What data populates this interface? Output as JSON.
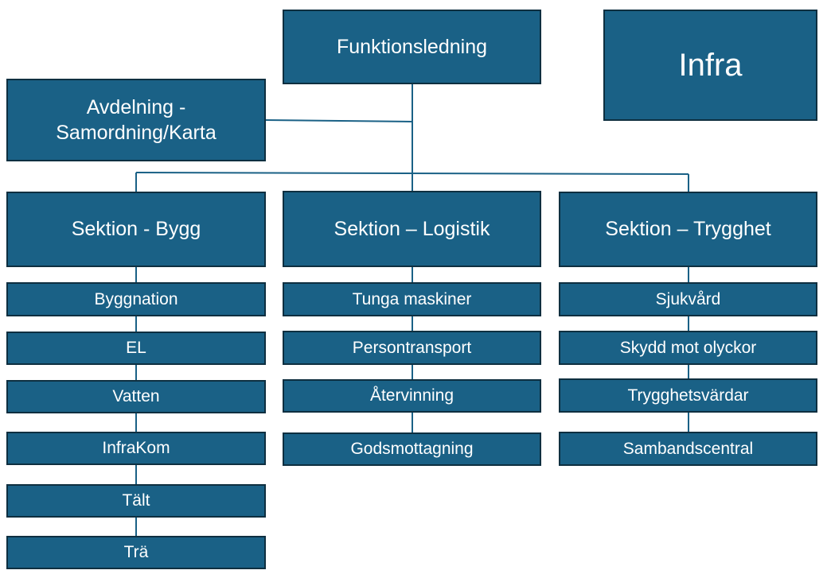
{
  "diagram": {
    "top": "Funktionsledning",
    "infra": "Infra",
    "avdelning": {
      "line1": "Avdelning -",
      "line2": "Samordning/Karta"
    },
    "sections": [
      {
        "title": "Sektion - Bygg",
        "items": [
          "Byggnation",
          "EL",
          "Vatten",
          "InfraKom",
          "Tält",
          "Trä"
        ]
      },
      {
        "title": "Sektion – Logistik",
        "items": [
          "Tunga maskiner",
          "Persontransport",
          "Återvinning",
          "Godsmottagning"
        ]
      },
      {
        "title": "Sektion – Trygghet",
        "items": [
          "Sjukvård",
          "Skydd mot olyckor",
          "Trygghetsvärdar",
          "Sambandscentral"
        ]
      }
    ]
  },
  "colors": {
    "box": "#1a6186",
    "border": "#0e2f40",
    "line": "#1a6186",
    "text": "#ffffff"
  }
}
